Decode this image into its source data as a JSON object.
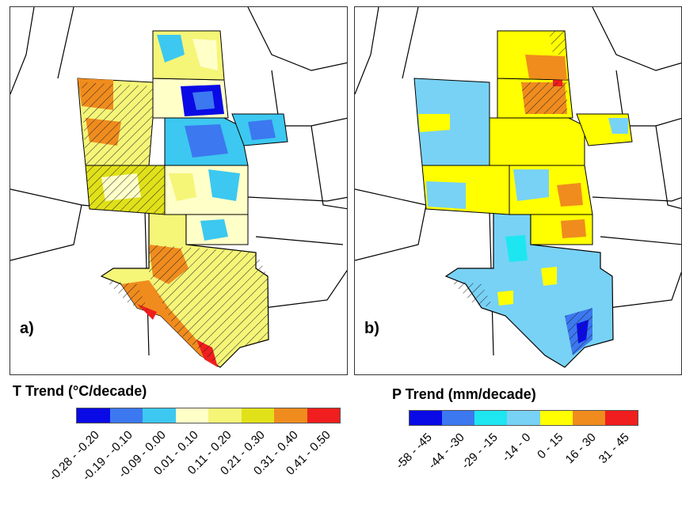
{
  "panels": [
    {
      "label": "a)"
    },
    {
      "label": "b)"
    }
  ],
  "t_legend": {
    "title": "T Trend (°C/decade)",
    "classes": [
      {
        "range": "-0.28 - -0.20",
        "color": "#0a0ae6"
      },
      {
        "range": "-0.19 - -0.10",
        "color": "#3c78f0"
      },
      {
        "range": "-0.09 - 0.00",
        "color": "#3cc8f0"
      },
      {
        "range": "0.01 - 0.10",
        "color": "#ffffc8"
      },
      {
        "range": "0.11 - 0.20",
        "color": "#f5f578"
      },
      {
        "range": "0.21 - 0.30",
        "color": "#e1e119"
      },
      {
        "range": "0.31 - 0.40",
        "color": "#f08c1e"
      },
      {
        "range": "0.41 - 0.50",
        "color": "#f01e1e"
      }
    ]
  },
  "p_legend": {
    "title": "P Trend (mm/decade)",
    "classes": [
      {
        "range": "-58 - -45",
        "color": "#0a0ae6"
      },
      {
        "range": "-44 - -30",
        "color": "#3c78f0"
      },
      {
        "range": "-29 - -15",
        "color": "#1ee6f0"
      },
      {
        "range": "-14 - 0",
        "color": "#78d2f5"
      },
      {
        "range": "0 - 15",
        "color": "#ffff00"
      },
      {
        "range": "16 - 30",
        "color": "#f08c1e"
      },
      {
        "range": "31 - 45",
        "color": "#f01e1e"
      }
    ]
  }
}
